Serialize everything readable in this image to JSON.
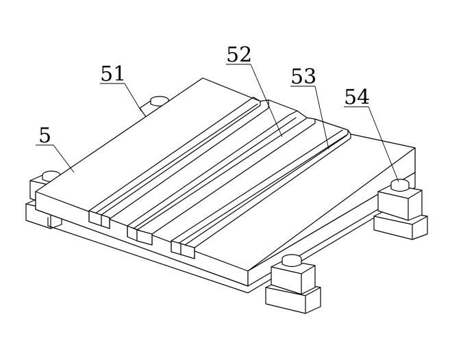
{
  "figure": {
    "labels": {
      "plate": "5",
      "part51": "51",
      "part52": "52",
      "part53": "53",
      "part54": "54"
    }
  }
}
